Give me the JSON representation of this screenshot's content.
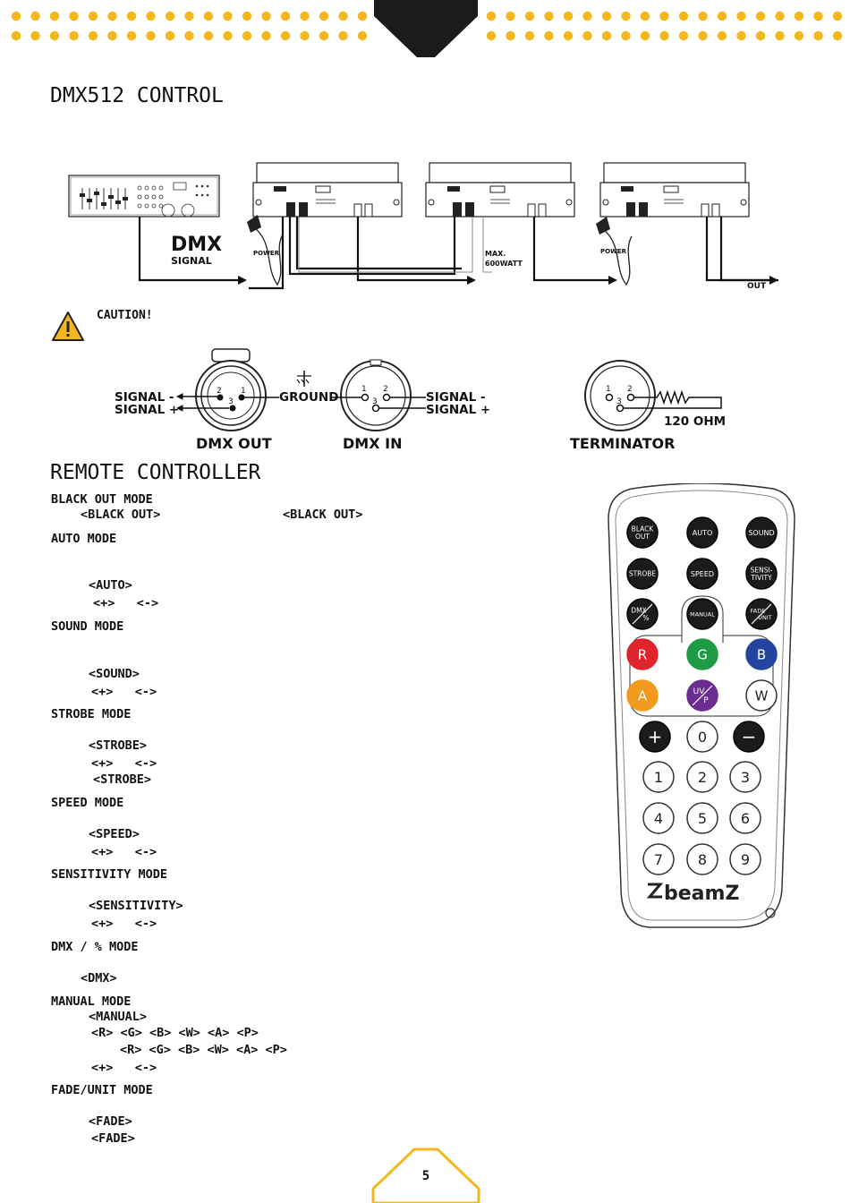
{
  "page_number": "5",
  "colors": {
    "accent": "#f5b81c",
    "dark": "#1b1b1b"
  },
  "sections": {
    "dmx_title": "DMX512 CONTROL",
    "remote_title": "REMOTE CONTROLLER"
  },
  "diagram": {
    "dmx": "DMX",
    "signal": "SIGNAL",
    "power1": "POWER",
    "power2": "POWER",
    "max": "MAX.",
    "watt": "600WATT",
    "out": "OUT",
    "caution": "CAUTION!"
  },
  "connectors": {
    "signal_minus": "SIGNAL -",
    "signal_plus": "SIGNAL +",
    "ground": "GROUND",
    "dmx_out": "DMX OUT",
    "dmx_in": "DMX IN",
    "terminator": "TERMINATOR",
    "ohm": "120 OHM",
    "pin1": "1",
    "pin2": "2",
    "pin3": "3"
  },
  "modes": [
    {
      "title": "BLACK OUT MODE",
      "lines": [
        "<BLACK OUT>",
        "<BLACK OUT>"
      ]
    },
    {
      "title": "AUTO MODE",
      "lines": [
        "<AUTO>",
        "<+>   <->"
      ]
    },
    {
      "title": "SOUND MODE",
      "lines": [
        "<SOUND>",
        "<+>   <->"
      ]
    },
    {
      "title": "STROBE MODE",
      "lines": [
        "<STROBE>",
        "<+>   <->",
        "<STROBE>"
      ]
    },
    {
      "title": "SPEED MODE",
      "lines": [
        "<SPEED>",
        "<+>   <->"
      ]
    },
    {
      "title": "SENSITIVITY MODE",
      "lines": [
        "<SENSITIVITY>",
        "<+>   <->"
      ]
    },
    {
      "title": "DMX / % MODE",
      "lines": [
        "<DMX>"
      ]
    },
    {
      "title": "MANUAL MODE",
      "lines": [
        "<MANUAL>",
        "<R> <G> <B> <W> <A> <P>",
        "<R> <G> <B> <W> <A> <P>",
        "<+>   <->"
      ]
    },
    {
      "title": "FADE/UNIT MODE",
      "lines": [
        "<FADE>",
        "<FADE>"
      ]
    }
  ],
  "remote": {
    "brand": "beamZ",
    "buttons": {
      "blackout": [
        "BLACK",
        "OUT"
      ],
      "auto": "AUTO",
      "sound": "SOUND",
      "strobe": "STROBE",
      "speed": "SPEED",
      "sensitivity": [
        "SENSI-",
        "TIVITY"
      ],
      "dmx": [
        "DMX",
        "%"
      ],
      "manual": "MANUAL",
      "fade": [
        "FADE",
        "UNIT"
      ],
      "r": "R",
      "g": "G",
      "b": "B",
      "a": "A",
      "uv": [
        "UV",
        "P"
      ],
      "w": "W",
      "plus": "+",
      "zero": "0",
      "minus": "−",
      "n1": "1",
      "n2": "2",
      "n3": "3",
      "n4": "4",
      "n5": "5",
      "n6": "6",
      "n7": "7",
      "n8": "8",
      "n9": "9"
    }
  }
}
